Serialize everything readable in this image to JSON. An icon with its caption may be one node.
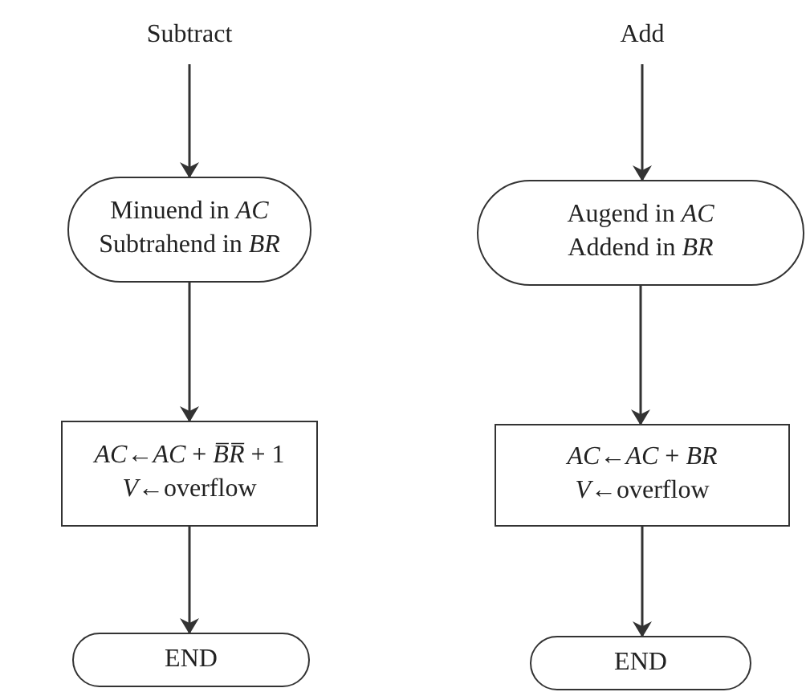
{
  "diagram": {
    "nodes": [
      {
        "text": [
          "Subtract"
        ]
      },
      {
        "text": [
          "Minuend in *AC*",
          "Subtrahend in *BR*"
        ]
      },
      {
        "text": [
          "*AC*←*AC* + *B̅R̅* + 1",
          "*V*←overflow"
        ]
      },
      {
        "text": [
          "END"
        ]
      },
      {
        "text": [
          "Add"
        ]
      },
      {
        "text": [
          "Augend in *AC*",
          "Addend in *BR*"
        ]
      },
      {
        "text": [
          "*AC*←*AC* + *BR*",
          "*V*←overflow"
        ]
      },
      {
        "text": [
          "END"
        ]
      }
    ],
    "edges": [
      {
        "from": 0,
        "to": 1,
        "arrow": "to"
      },
      {
        "from": 1,
        "to": 2,
        "arrow": "to"
      },
      {
        "from": 2,
        "to": 3,
        "arrow": "to"
      },
      {
        "from": 4,
        "to": 5,
        "arrow": "to"
      },
      {
        "from": 5,
        "to": 6,
        "arrow": "to"
      },
      {
        "from": 6,
        "to": 7,
        "arrow": "to"
      }
    ]
  }
}
